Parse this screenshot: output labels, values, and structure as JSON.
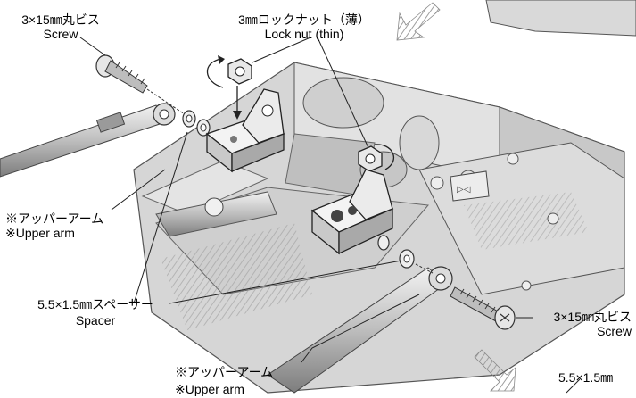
{
  "labels": {
    "screw_top": {
      "jp": "3×15㎜丸ビス",
      "en": "Screw"
    },
    "locknut": {
      "jp": "3㎜ロックナット（薄）",
      "en": "Lock nut (thin)"
    },
    "upper_arm_left": {
      "jp": "※アッパーアーム",
      "en": "※Upper arm"
    },
    "spacer": {
      "jp": "5.5×1.5㎜スペーサー",
      "en": "Spacer"
    },
    "screw_right": {
      "jp": "3×15㎜丸ビス",
      "en": "Screw"
    },
    "upper_arm_bottom": {
      "jp": "※アッパーアーム",
      "en": "※Upper arm"
    },
    "spacer_partial": {
      "jp": "5.5×1.5㎜"
    }
  },
  "colors": {
    "ink": "#000000",
    "metal_light": "#e9e9e9",
    "metal_mid": "#c4c4c4",
    "metal_dark": "#8a8a8a",
    "arrow": "#9a9a9a"
  }
}
